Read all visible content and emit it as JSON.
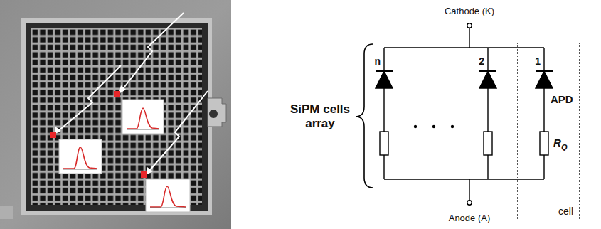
{
  "diagram": {
    "nodes": [
      {
        "text": [
          "cell"
        ]
      }
    ],
    "labels": [
      "Cathode (K)",
      "SiPM cells array",
      "n",
      "2",
      "1",
      "APD",
      "R",
      "Q",
      "Anode (A)"
    ]
  }
}
